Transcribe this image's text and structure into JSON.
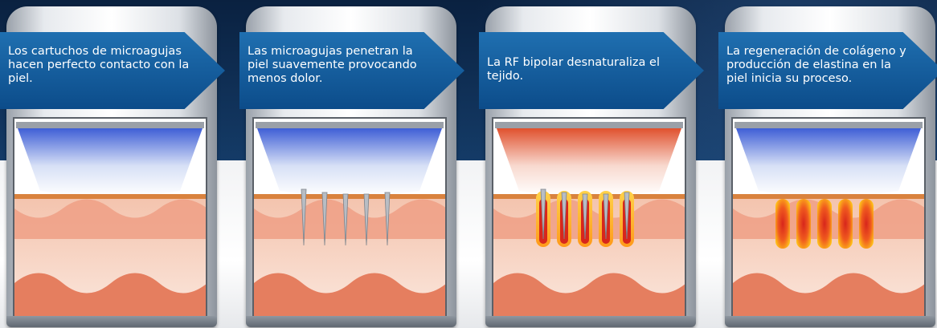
{
  "steps": [
    {
      "text": "Los cartuchos de microagujas hacen perfecto contacto con la piel.",
      "tip_color": "#3f5fd6",
      "state": "contact"
    },
    {
      "text": "Las microagujas penetran la piel suavemente provocando menos dolor.",
      "tip_color": "#3f5fd6",
      "state": "needles"
    },
    {
      "text": "La RF bipolar desnaturaliza el tejido.",
      "tip_color": "#e0512e",
      "state": "rf"
    },
    {
      "text": "La regeneración de colágeno y producción de elastina en la piel inicia su proceso.",
      "tip_color": "#3f5fd6",
      "state": "regeneration"
    }
  ],
  "colors": {
    "skin_light": "#f6d6c6",
    "skin_dark": "#e57e5f",
    "epidermis": "#d9823e",
    "heat_core": "#d7261c",
    "heat_glow": "#ffc21a",
    "needle": "#b8bdc4"
  }
}
